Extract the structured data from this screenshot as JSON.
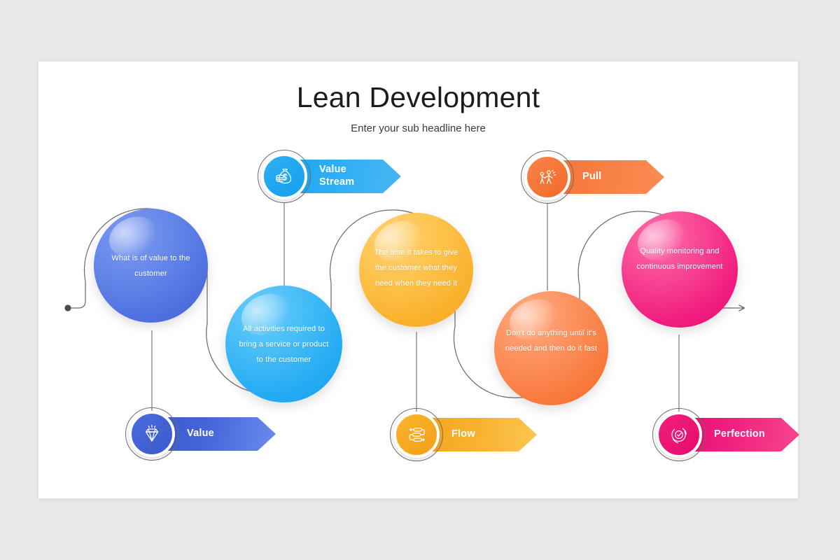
{
  "slide": {
    "title": "Lean Development",
    "subtitle": "Enter your sub headline here",
    "background_color": "#e9e9e9",
    "card_color": "#ffffff"
  },
  "connector": {
    "line_color": "#6d6d6d",
    "start_dot": "start-dot",
    "end_arrow": "arrow-head-right"
  },
  "steps": [
    {
      "id": "value",
      "tag_label": "Value",
      "icon": "diamond-icon",
      "balloon_text": "What is of value to the customer",
      "color_dark": "#3858c8",
      "color_light": "#6f8ef0",
      "balloon_top": "#6d8cec",
      "balloon_bottom": "#5273e2",
      "arc_color": "#3f62d6",
      "arc_position": "top",
      "tag_position": "bottom"
    },
    {
      "id": "value-stream",
      "tag_label": "Value Stream",
      "icon": "money-bag-icon",
      "balloon_text": "All activities required to bring a service or product to the customer",
      "color_dark": "#15a0ee",
      "color_light": "#4cb9f5",
      "balloon_top": "#55c2f8",
      "balloon_bottom": "#1ba5f0",
      "arc_color": "#13a2f0",
      "arc_position": "bottom",
      "tag_position": "top"
    },
    {
      "id": "flow",
      "tag_label": "Flow",
      "icon": "flow-chart-icon",
      "balloon_text": "The time it takes to give the customer what they need when they need it",
      "color_dark": "#f3a21b",
      "color_light": "#fcc24b",
      "balloon_top": "#fdc24a",
      "balloon_bottom": "#f6a81f",
      "arc_color": "#f2a41c",
      "arc_position": "top",
      "tag_position": "bottom"
    },
    {
      "id": "pull",
      "tag_label": "Pull",
      "icon": "pull-people-icon",
      "balloon_text": "Don't do anything until it's needed and then do it fast",
      "color_dark": "#f4692a",
      "color_light": "#fa9158",
      "balloon_top": "#fb9463",
      "balloon_bottom": "#f6702f",
      "arc_color": "#f4692a",
      "arc_position": "bottom",
      "tag_position": "top"
    },
    {
      "id": "perfection",
      "tag_label": "Perfection",
      "icon": "target-check-icon",
      "balloon_text": "Quality monitoring and continuous improvement",
      "color_dark": "#e8096e",
      "color_light": "#f5428f",
      "balloon_top": "#f73b91",
      "balloon_bottom": "#ec0d74",
      "arc_color": "#ec0d74",
      "arc_position": "top",
      "tag_position": "bottom"
    }
  ]
}
